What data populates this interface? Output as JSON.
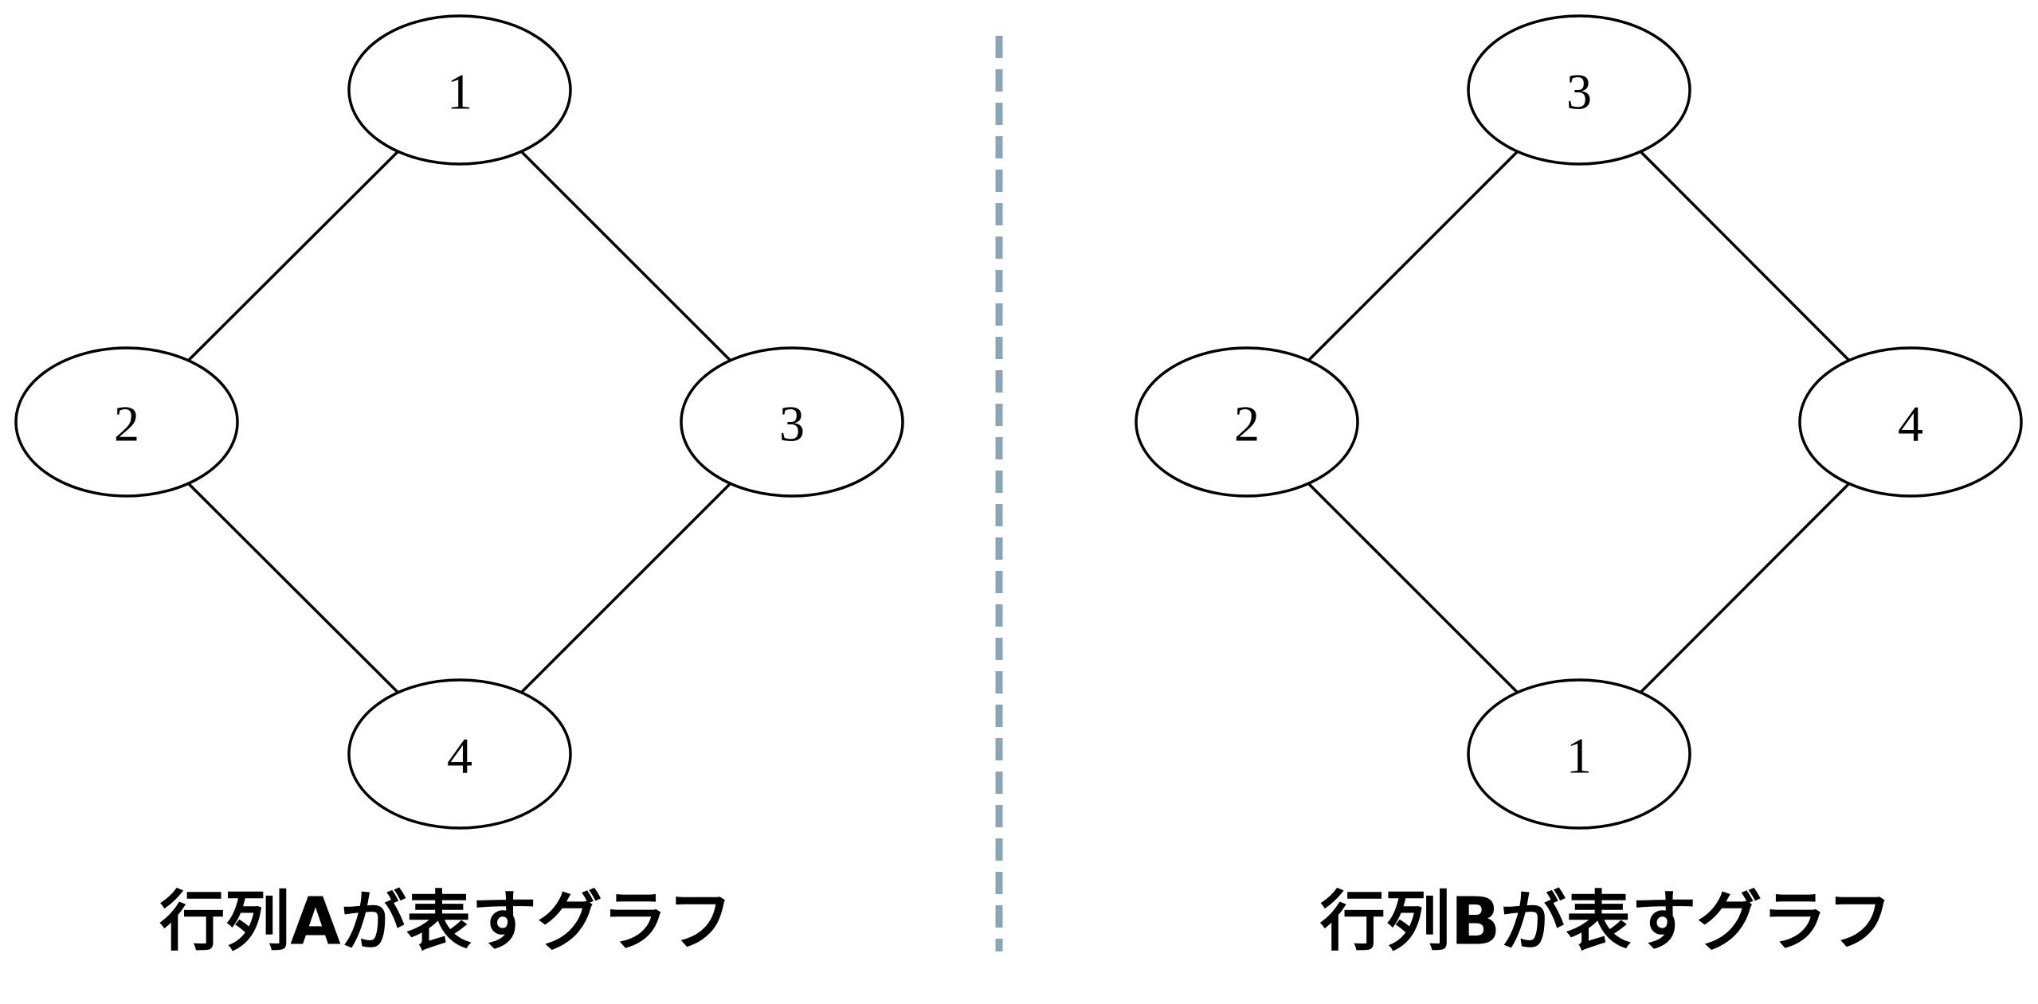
{
  "graphs": [
    {
      "caption": "行列Aが表すグラフ",
      "nodes": [
        {
          "position": "top",
          "label": "1"
        },
        {
          "position": "left",
          "label": "2"
        },
        {
          "position": "right",
          "label": "3"
        },
        {
          "position": "bottom",
          "label": "4"
        }
      ],
      "edges": [
        [
          "top",
          "left"
        ],
        [
          "top",
          "right"
        ],
        [
          "left",
          "bottom"
        ],
        [
          "right",
          "bottom"
        ]
      ]
    },
    {
      "caption": "行列Bが表すグラフ",
      "nodes": [
        {
          "position": "top",
          "label": "3"
        },
        {
          "position": "left",
          "label": "2"
        },
        {
          "position": "right",
          "label": "4"
        },
        {
          "position": "bottom",
          "label": "1"
        }
      ],
      "edges": [
        [
          "top",
          "left"
        ],
        [
          "top",
          "right"
        ],
        [
          "left",
          "bottom"
        ],
        [
          "right",
          "bottom"
        ]
      ]
    }
  ],
  "colors": {
    "stroke": "#000000",
    "divider": "#8aa4b8",
    "background": "#ffffff"
  }
}
